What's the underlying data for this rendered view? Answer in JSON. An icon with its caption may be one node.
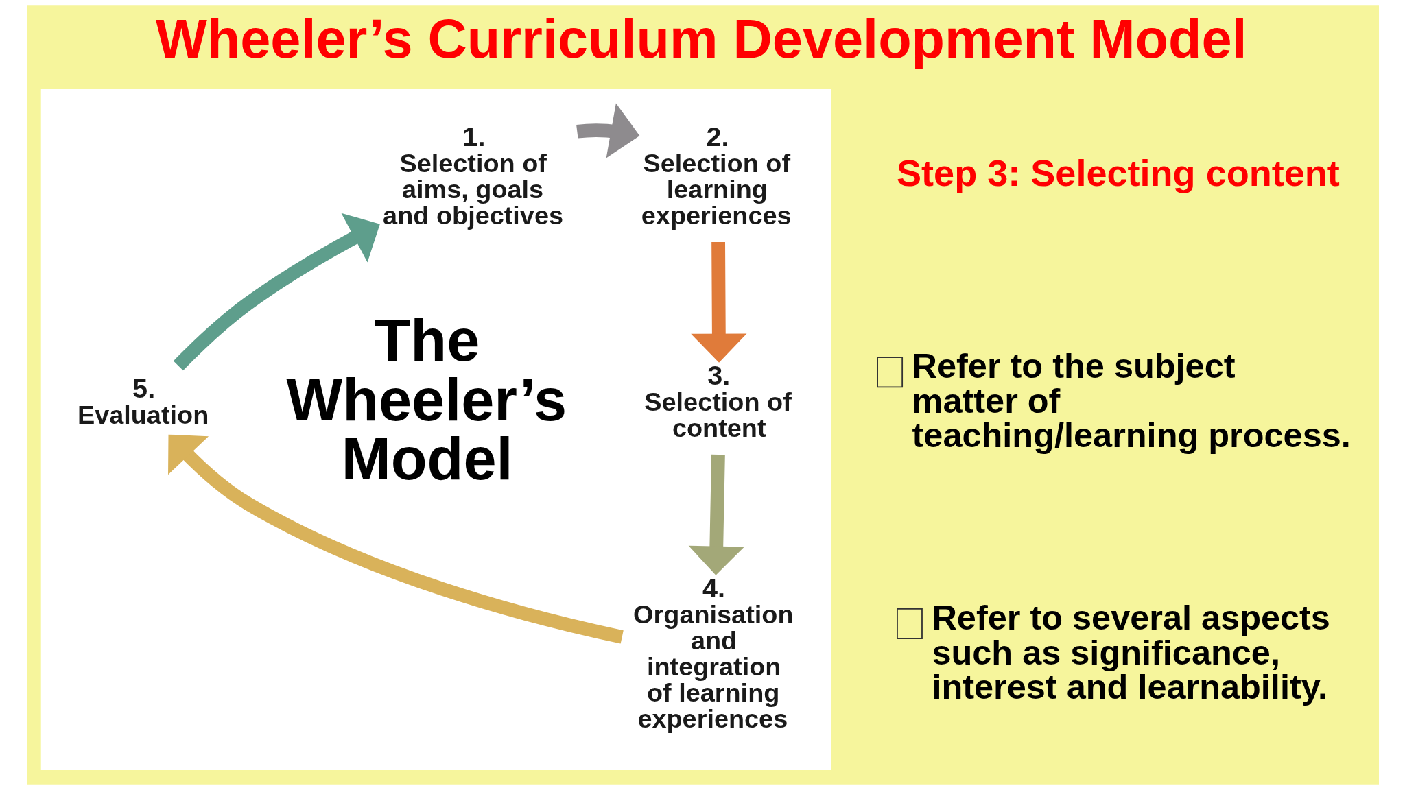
{
  "diagram": {
    "title": "Wheeler’s Curriculum Development Model",
    "nodes": [
      {
        "text": [],
        "shape": "box"
      },
      {
        "text": [
          "1.",
          "Selection of aims, goals and objectives"
        ],
        "in": 0
      },
      {
        "text": [
          "2.",
          "Selection of learning experiences"
        ],
        "in": 0
      },
      {
        "text": [
          "3.",
          "Selection of content"
        ],
        "in": 0
      },
      {
        "text": [
          "4.",
          "Organisation and integration of learning experiences"
        ],
        "in": 0
      },
      {
        "text": [
          "5.",
          "Evaluation"
        ],
        "in": 0
      }
    ],
    "edges": [
      {
        "from": 1,
        "to": 2,
        "arrow": "to",
        "color": "#8e8b8e"
      },
      {
        "from": 2,
        "to": 3,
        "arrow": "to",
        "color": "#e07b3a"
      },
      {
        "from": 3,
        "to": 4,
        "arrow": "to",
        "color": "#a3a878"
      },
      {
        "from": 4,
        "to": 5,
        "arrow": "to",
        "color": "#d9b25a"
      },
      {
        "from": 5,
        "to": 1,
        "arrow": "to",
        "color": "#5e9e8c"
      }
    ],
    "labels": [
      "The Wheeler’s Model",
      "Step 3: Selecting content",
      "Refer to the subject matter of teaching/learning process.",
      "Refer to several aspects such as significance, interest and learnability."
    ]
  }
}
